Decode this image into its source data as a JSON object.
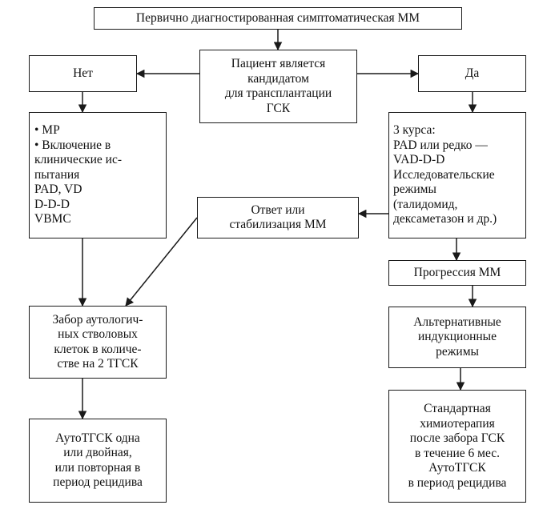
{
  "boxes": {
    "top": {
      "lines": [
        "Первично диагностированная симптоматическая ММ"
      ]
    },
    "candidate": {
      "lines": [
        "Пациент является",
        "кандидатом",
        "для трансплантации",
        "ГСК"
      ]
    },
    "no": {
      "lines": [
        "Нет"
      ]
    },
    "yes": {
      "lines": [
        "Да"
      ]
    },
    "left_options": {
      "lines": [
        "• МР",
        "• Включение в",
        "клинические ис-",
        "пытания",
        "PAD, VD",
        "D-D-D",
        "VBMC"
      ]
    },
    "right_courses": {
      "lines": [
        "3 курса:",
        "PAD или редко —",
        "VAD-D-D",
        "Исследовательские",
        "режимы",
        "(талидомид,",
        "дексаметазон и др.)"
      ]
    },
    "response": {
      "lines": [
        "Ответ или",
        "стабилизация ММ"
      ]
    },
    "progression": {
      "lines": [
        "Прогрессия ММ"
      ]
    },
    "collection": {
      "lines": [
        "Забор аутологич-",
        "ных стволовых",
        "клеток в количе-",
        "стве на 2 ТГСК"
      ]
    },
    "alternative": {
      "lines": [
        "Альтернативные",
        "индукционные",
        "режимы"
      ]
    },
    "auto_tgsk": {
      "lines": [
        "АутоТГСК одна",
        "или двойная,",
        "или повторная в",
        "период рецидива"
      ]
    },
    "standard": {
      "lines": [
        "Стандартная",
        "химиотерапия",
        "после забора ГСК",
        "в течение 6 мес.",
        "АутоТГСК",
        "в период рецидива"
      ]
    }
  },
  "colors": {
    "line": "#1a1a1a",
    "background": "#ffffff",
    "text": "#111111"
  }
}
